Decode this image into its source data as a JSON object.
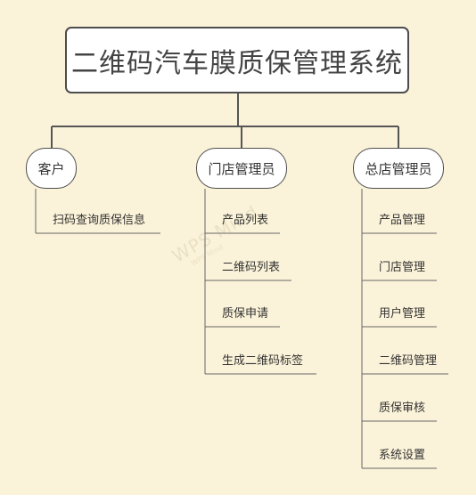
{
  "diagram": {
    "root": {
      "title": "二维码汽车膜质保管理系统"
    },
    "roles": [
      {
        "label": "客户",
        "items": [
          "扫码查询质保信息"
        ]
      },
      {
        "label": "门店管理员",
        "items": [
          "产品列表",
          "二维码列表",
          "质保申请",
          "生成二维码标签"
        ]
      },
      {
        "label": "总店管理员",
        "items": [
          "产品管理",
          "门店管理",
          "用户管理",
          "二维码管理",
          "质保审核",
          "系统设置"
        ]
      }
    ]
  },
  "watermark": {
    "line1": "WPS Mind",
    "line2": "WPS Mind"
  },
  "colors": {
    "background": "#fbf3d9",
    "node_border": "#4d4d4d",
    "line": "#555555"
  }
}
